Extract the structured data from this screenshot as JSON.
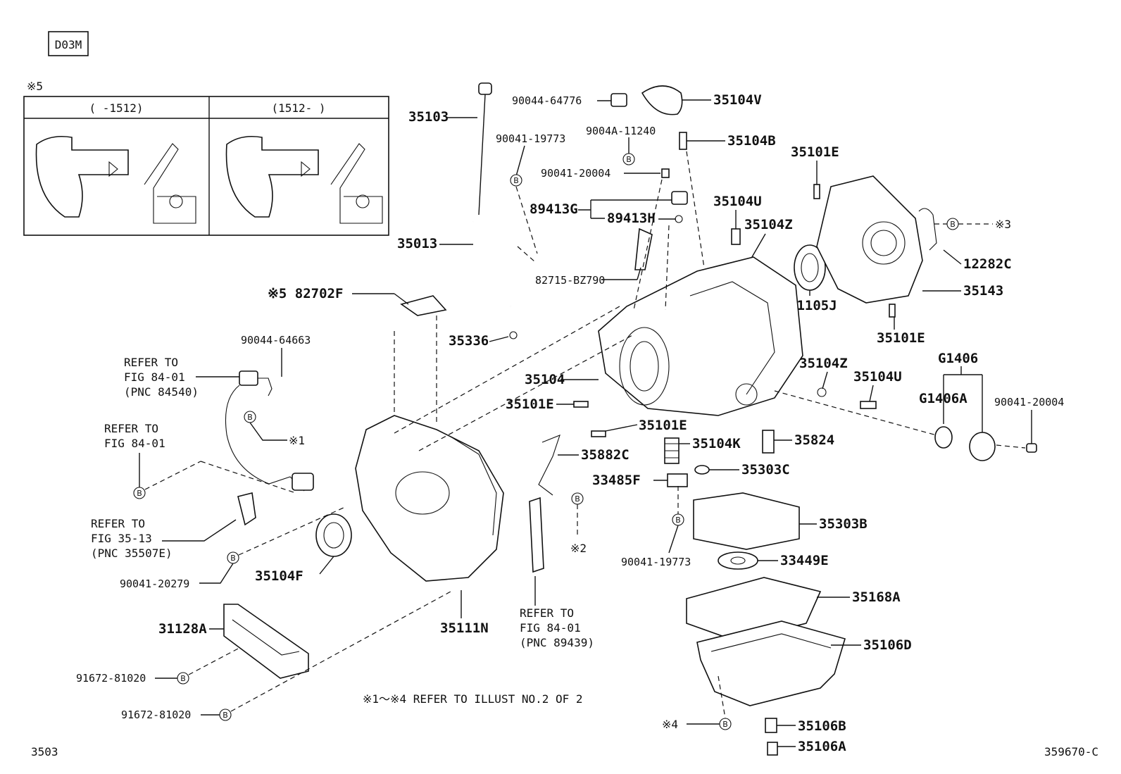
{
  "header": {
    "code": "D03M",
    "note_mark": "※5"
  },
  "inset": {
    "col_left": "(     -1512)",
    "col_right": "(1512-     )"
  },
  "labels": {
    "p35103": "35103",
    "p35013": "35013",
    "p35336": "35336",
    "p90041_19773_top": "90041-19773",
    "p9004A_11240": "9004A-11240",
    "p90044_64776": "90044-64776",
    "p35104V": "35104V",
    "p35104B": "35104B",
    "p90041_20004_top": "90041-20004",
    "p89413G": "89413G",
    "p89413H": "89413H",
    "p82715_BZ790": "82715-BZ790",
    "p35104U_top": "35104U",
    "p35104Z_top": "35104Z",
    "p35101E_top": "35101E",
    "p31105J": "31105J",
    "pB3_mark": "※3",
    "p12282C": "12282C",
    "p35143": "35143",
    "p35101E_right": "35101E",
    "pG1406": "G1406",
    "pG1406A": "G1406A",
    "p90041_20004_right": "90041-20004",
    "p35104Z_mid": "35104Z",
    "p35104U_mid": "35104U",
    "p82702F": "※5 82702F",
    "p90044_64663": "90044-64663",
    "p35104": "35104",
    "p35101E_a": "35101E",
    "p35101E_b": "35101E",
    "p35104K": "35104K",
    "p35824": "35824",
    "p35882C": "35882C",
    "p33485F": "33485F",
    "p35303C": "35303C",
    "p35303B": "35303B",
    "p90041_19773_low": "90041-19773",
    "p33449E": "33449E",
    "p35168A": "35168A",
    "p35106D": "35106D",
    "p35106B": "35106B",
    "p35106A": "35106A",
    "mark4": "※4",
    "mark1": "※1",
    "mark2": "※2",
    "p35104F": "35104F",
    "p35111N": "35111N",
    "p90041_20279": "90041-20279",
    "p31128A": "31128A",
    "p91672_81020_a": "91672-81020",
    "p91672_81020_b": "91672-81020"
  },
  "refs": {
    "r1": [
      "REFER TO",
      "FIG 84-01",
      "(PNC 84540)"
    ],
    "r2": [
      "REFER TO",
      "FIG 84-01"
    ],
    "r3": [
      "REFER TO",
      "FIG 35-13",
      "(PNC 35507E)"
    ],
    "r4": [
      "REFER TO",
      "FIG 84-01",
      "(PNC 89439)"
    ]
  },
  "bmark_letter": "B",
  "footer": {
    "note": "※1～※4 REFER TO ILLUST NO.2 OF 2",
    "left_code": "3503",
    "right_code": "359670-C"
  }
}
